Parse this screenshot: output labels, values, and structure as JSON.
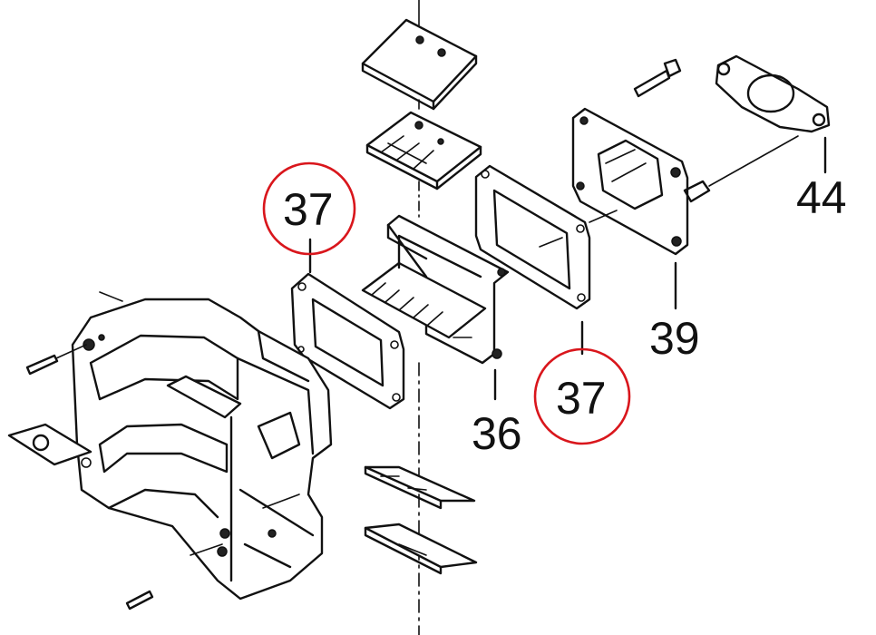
{
  "diagram": {
    "callouts": [
      {
        "id": "c37-left",
        "label": "37",
        "circled": true
      },
      {
        "id": "c37-right",
        "label": "37",
        "circled": true
      },
      {
        "id": "c36",
        "label": "36",
        "circled": false
      },
      {
        "id": "c39",
        "label": "39",
        "circled": false
      },
      {
        "id": "c44",
        "label": "44",
        "circled": false
      }
    ],
    "highlight_color": "#d9161c"
  }
}
